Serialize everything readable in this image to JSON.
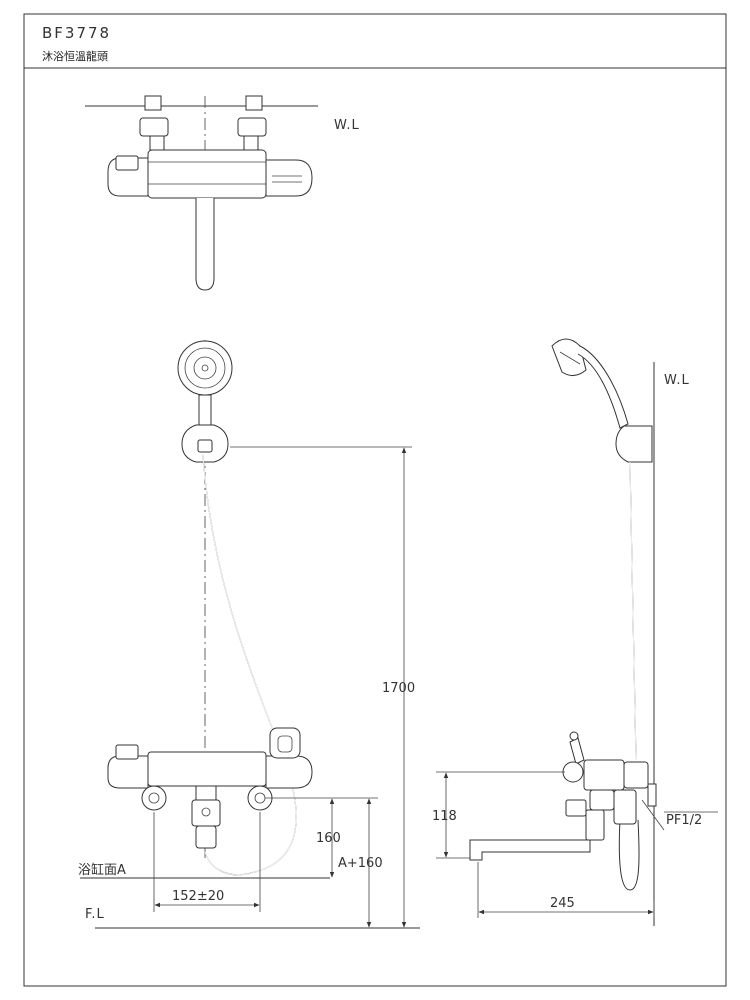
{
  "title": {
    "model": "BF3778",
    "name": "沐浴恒溫龍頭"
  },
  "labels": {
    "wall_line_top": "W.L",
    "wall_line_side": "W.L",
    "floor_line": "F.L",
    "tub_surface": "浴缸面A",
    "pipe_thread": "PF1/2"
  },
  "dimensions": {
    "total_height": "1700",
    "tub_to_center": "160",
    "floor_to_center": "A+160",
    "inlet_spacing": "152±20",
    "spout_center_height": "118",
    "spout_projection": "245"
  }
}
